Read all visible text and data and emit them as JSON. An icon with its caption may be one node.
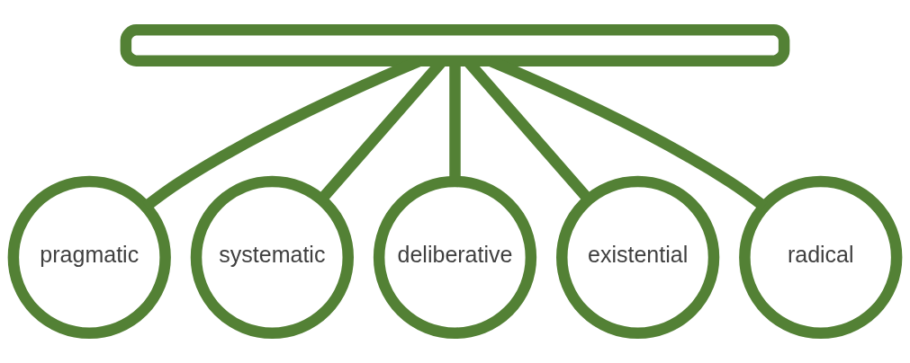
{
  "diagram": {
    "nodes": [
      {
        "text": [],
        "shape": "bar"
      },
      {
        "text": [
          "pragmatic"
        ]
      },
      {
        "text": [
          "systematic"
        ]
      },
      {
        "text": [
          "deliberative"
        ]
      },
      {
        "text": [
          "existential"
        ]
      },
      {
        "text": [
          "radical"
        ]
      }
    ],
    "edges": [
      {
        "from": 0,
        "to": 1,
        "arrow": "none"
      },
      {
        "from": 0,
        "to": 2,
        "arrow": "none"
      },
      {
        "from": 0,
        "to": 3,
        "arrow": "none"
      },
      {
        "from": 0,
        "to": 4,
        "arrow": "none"
      },
      {
        "from": 0,
        "to": 5,
        "arrow": "none"
      }
    ]
  }
}
